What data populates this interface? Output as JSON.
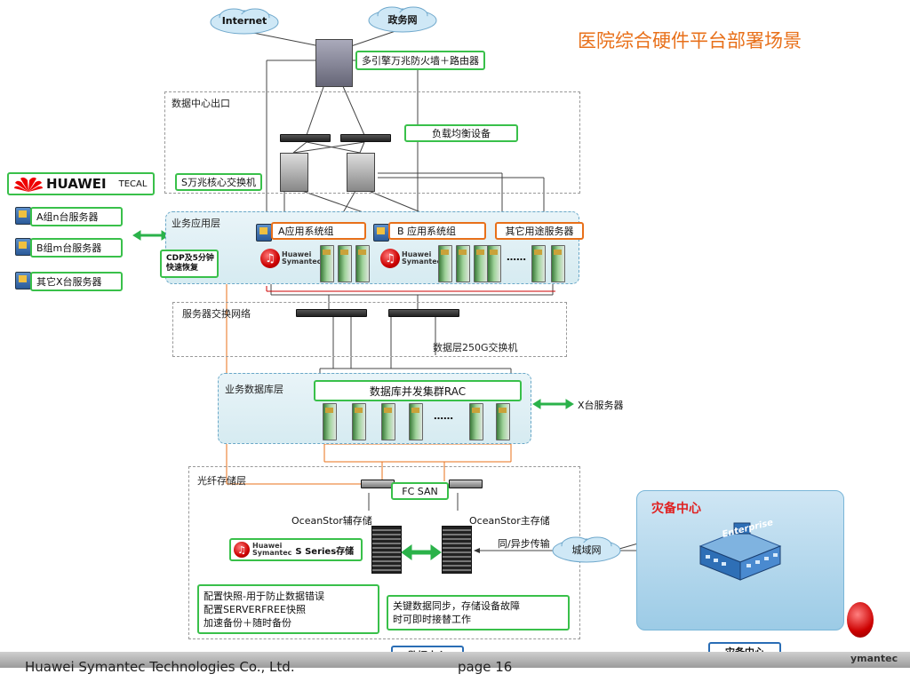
{
  "title": "医院综合硬件平台部署场景",
  "clouds": {
    "internet": "Internet",
    "gov": "政务网",
    "metro": "城域网"
  },
  "boxes": {
    "firewall": "多引擎万兆防火墙＋路由器",
    "load_balancer": "负载均衡设备",
    "core_switch": "S万兆核心交换机",
    "app_group_a": "A应用系统组",
    "app_group_b": "B 应用系统组",
    "other_servers": "其它用途服务器",
    "cdp": "CDP及5分钟\n快速恢复",
    "rac": "数据库并发集群RAC",
    "fc_san": "FC SAN",
    "s_series": "S Series存储",
    "snapshot_note": "配置快照-用于防止数据错误\n配置SERVERFREE快照\n加速备份＋随时备份",
    "sync_note": "关键数据同步，存储设备故障\n时可即时接替工作",
    "dc_label": "数据中心",
    "dr_label": "灾备中心"
  },
  "zones": {
    "dc_exit": "数据中心出口",
    "app_layer": "业务应用层",
    "server_switch": "服务器交换网络",
    "db_layer": "业务数据库层",
    "storage_layer": "光纤存储层",
    "dr_center": "灾备中心"
  },
  "labels": {
    "data_switch": "数据层250G交换机",
    "x_servers": "X台服务器",
    "ocean_aux": "OceanStor辅存储",
    "ocean_main": "OceanStor主存储",
    "sync_async": "同/异步传输",
    "dots": "……",
    "enterprise": "Enterprise"
  },
  "huawei_panel": {
    "brand": "HUAWEI",
    "product": "TECAL",
    "items": [
      "A组n台服务器",
      "B组m台服务器",
      "其它X台服务器"
    ]
  },
  "hs_logo": {
    "line1": "Huawei",
    "line2": "Symantec"
  },
  "footer": {
    "company": "Huawei Symantec Technologies Co., Ltd.",
    "page": "page 16",
    "brand_tail": "ymantec"
  },
  "colors": {
    "title": "#e8701a",
    "green_box": "#39c04a",
    "orange_box": "#e8701a",
    "dr_red": "#e02020"
  }
}
